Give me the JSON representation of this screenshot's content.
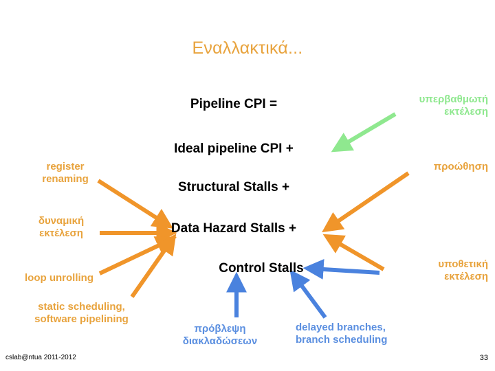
{
  "slide": {
    "title": "Εναλλακτικά...",
    "background_color": "#FFFFFF"
  },
  "colors": {
    "title_orange": "#E8A33D",
    "annotation_orange": "#E8A33D",
    "annotation_green": "#8FE88F",
    "annotation_blue": "#5B8FE0",
    "term_black": "#000000"
  },
  "equation": {
    "terms": [
      {
        "id": "pipeline-cpi",
        "label": "Pipeline CPI ="
      },
      {
        "id": "ideal",
        "label": "Ideal pipeline CPI +"
      },
      {
        "id": "structural",
        "label": "Structural Stalls +"
      },
      {
        "id": "data-hazard",
        "label": "Data Hazard Stalls +"
      },
      {
        "id": "control",
        "label": "Control Stalls"
      }
    ]
  },
  "annotations": {
    "superscalar": {
      "label": "υπερβαθμωτή\nεκτέλεση",
      "color": "#8FE88F",
      "target": "ideal"
    },
    "forwarding": {
      "label": "προώθηση",
      "color": "#E8A33D",
      "target": "data-hazard"
    },
    "speculative": {
      "label": "υποθετική\nεκτέλεση",
      "color": "#E8A33D",
      "target": "data-hazard"
    },
    "register_renaming": {
      "label": "register\nrenaming",
      "color": "#E8A33D",
      "target": "data-hazard"
    },
    "dynamic_execution": {
      "label": "δυναμική\nεκτέλεση",
      "color": "#E8A33D",
      "target": "data-hazard"
    },
    "loop_unrolling": {
      "label": "loop unrolling",
      "color": "#E8A33D",
      "target": "data-hazard"
    },
    "static_scheduling": {
      "label": "static scheduling,\nsoftware pipelining",
      "color": "#E8A33D",
      "target": "data-hazard"
    },
    "branch_prediction": {
      "label": "πρόβλεψη\nδιακλαδώσεων",
      "color": "#5B8FE0",
      "target": "control"
    },
    "delayed_branches": {
      "label": "delayed branches,\nbranch scheduling",
      "color": "#5B8FE0",
      "target": "control"
    }
  },
  "footer": {
    "credit": "cslab@ntua 2011-2012",
    "page_number": "33"
  }
}
